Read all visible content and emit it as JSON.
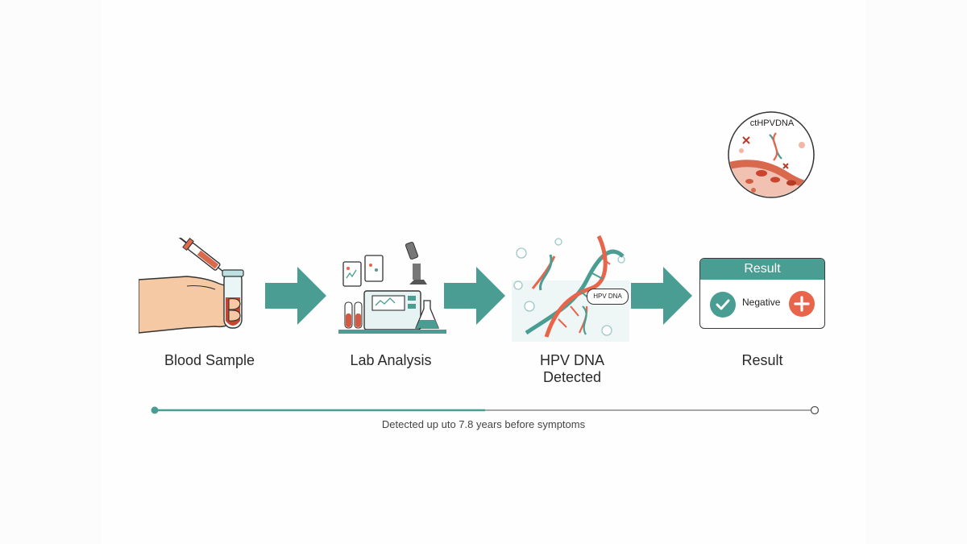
{
  "steps": [
    {
      "label": "Blood Sample"
    },
    {
      "label": "Lab Analysis"
    },
    {
      "label_line1": "HPV DNA",
      "label_line2": "Detected",
      "badge": "HPV DNA"
    },
    {
      "label": "Result"
    }
  ],
  "result_card": {
    "title": "Result",
    "status": "Negative"
  },
  "inset": {
    "label": "ctHPVDNA"
  },
  "timeline": {
    "caption": "Detected up uto 7.8 years before symptoms"
  },
  "icons": {
    "step1": "blood-draw-icon",
    "step2": "lab-equipment-icon",
    "step3": "dna-helix-icon",
    "step4_check": "check-icon",
    "step4_plus": "plus-icon",
    "inset": "bloodstream-dna-icon"
  },
  "colors": {
    "teal": "#4a9d92",
    "coral": "#e8644b",
    "ink": "#2b2b2b"
  }
}
